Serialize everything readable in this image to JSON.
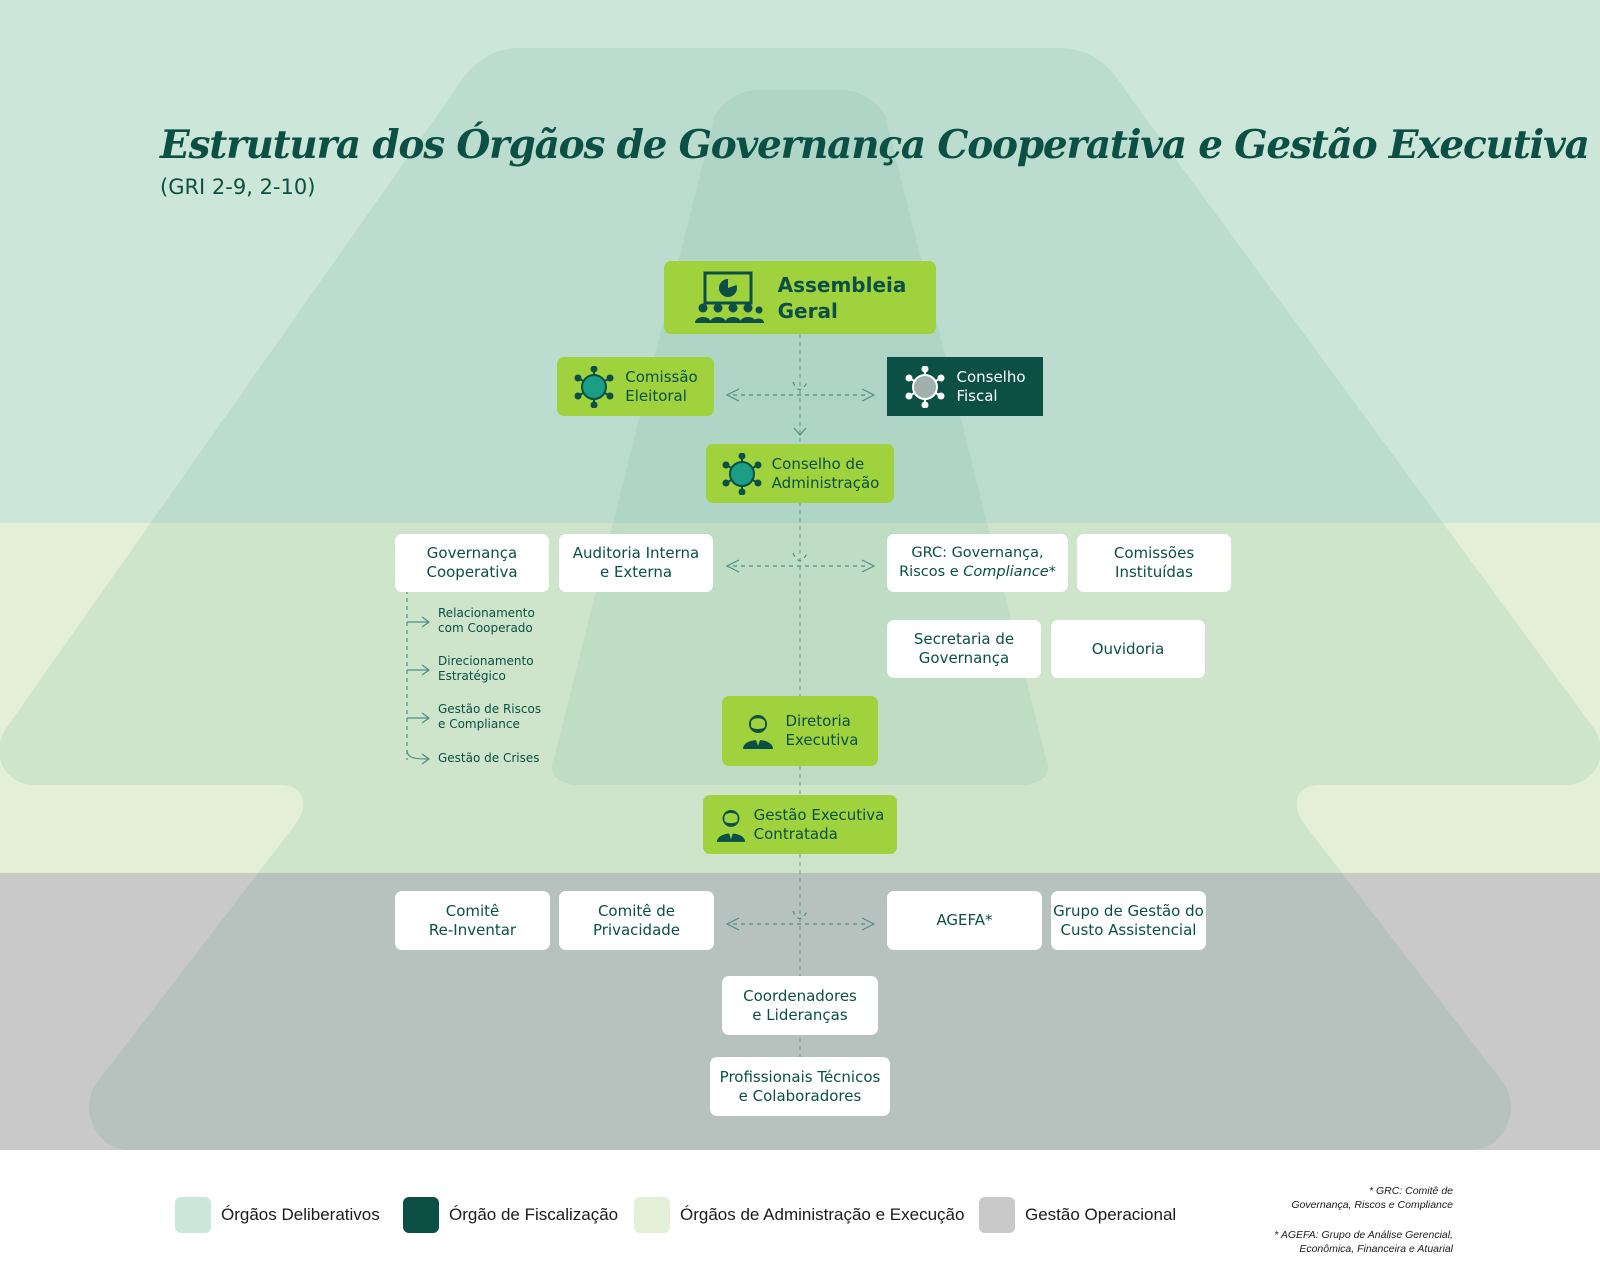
{
  "title": "Estrutura dos Órgãos de Governança Cooperativa e Gestão Executiva",
  "subtitle": "(GRI 2-9, 2-10)",
  "nodes": {
    "assembleia": "Assembleia\nGeral",
    "comissao_eleitoral": "Comissão\nEleitoral",
    "conselho_fiscal": "Conselho\nFiscal",
    "conselho_administracao": "Conselho de\nAdministração",
    "governanca_cooperativa": "Governança\nCooperativa",
    "auditoria": "Auditoria Interna\ne Externa",
    "grc_line1": "GRC: Governança,",
    "grc_line2_a": "Riscos e ",
    "grc_line2_b": "Compliance",
    "grc_line2_c": "*",
    "comissoes": "Comissões\nInstituídas",
    "secretaria": "Secretaria de\nGovernança",
    "ouvidoria": "Ouvidoria",
    "diretoria": "Diretoria\nExecutiva",
    "gestao_contratada": "Gestão Executiva\nContratada",
    "comite_reinventar": "Comitê\nRe-Inventar",
    "comite_privacidade": "Comitê de\nPrivacidade",
    "agefa": "AGEFA*",
    "grupo_gestao": "Grupo de Gestão do\nCusto Assistencial",
    "coordenadores": "Coordenadores\ne Lideranças",
    "profissionais": "Profissionais Técnicos\ne Colaboradores"
  },
  "governanca_subitems": [
    "Relacionamento\ncom Cooperado",
    "Direcionamento\nEstratégico",
    "Gestão de Riscos\ne Compliance",
    "Gestão de Crises"
  ],
  "legend": [
    {
      "label": "Órgãos Deliberativos",
      "color": "#cde6da"
    },
    {
      "label": "Órgão de Fiscalização",
      "color": "#0b4f45"
    },
    {
      "label": "Órgãos de Administração e Execução",
      "color": "#e3efd6"
    },
    {
      "label": "Gestão Operacional",
      "color": "#c9c9c9"
    }
  ],
  "footnotes": [
    "* GRC: Comitê de\nGovernança, Riscos e Compliance",
    "* AGEFA: Grupo de Análise Gerencial,\nEconômica, Financeira e Atuarial"
  ],
  "colors": {
    "dark_green": "#0b4f45",
    "lime": "#9fd23c",
    "teal": "#1a9e86"
  }
}
